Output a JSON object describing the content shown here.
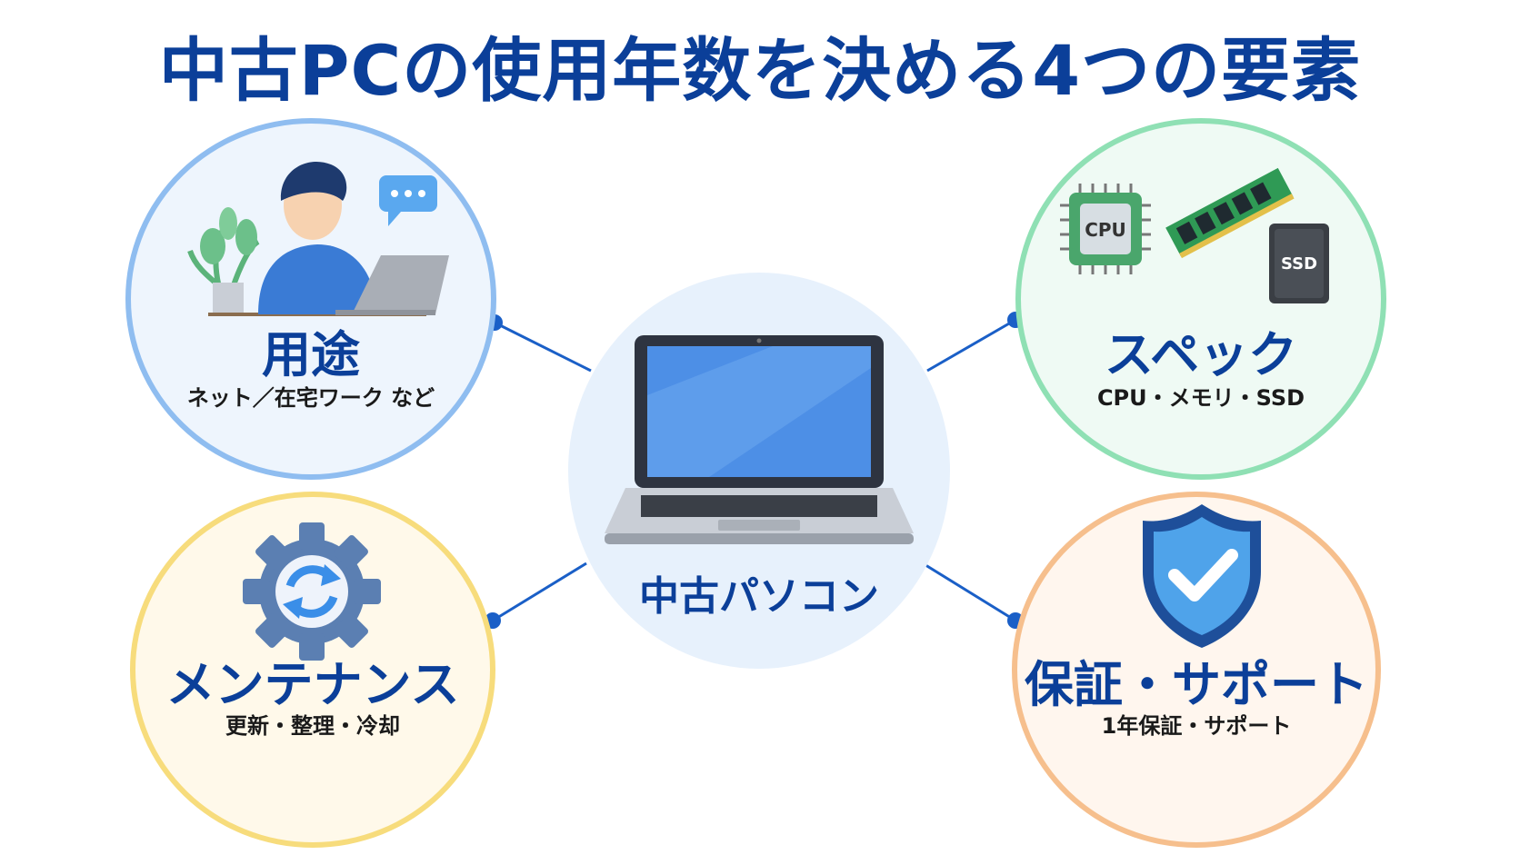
{
  "title": "中古PCの使用年数を決める4つの要素",
  "center": {
    "label": "中古パソコン"
  },
  "factors": {
    "usage": {
      "title": "用途",
      "subtitle": "ネット／在宅ワーク など"
    },
    "spec": {
      "title": "スペック",
      "subtitle": "CPU・メモリ・SSD",
      "cpu_chip": "CPU",
      "ssd_chip": "SSD"
    },
    "maintenance": {
      "title": "メンテナンス",
      "subtitle": "更新・整理・冷却"
    },
    "warranty": {
      "title": "保証・サポート",
      "subtitle": "1年保証・サポート"
    }
  },
  "colors": {
    "title": "#0b3f99",
    "usage_ring": "#8fbdf0",
    "spec_ring": "#8fe0b4",
    "maintenance_ring": "#f7dc7c",
    "warranty_ring": "#f6bf8d",
    "connector": "#1a5fc7"
  }
}
